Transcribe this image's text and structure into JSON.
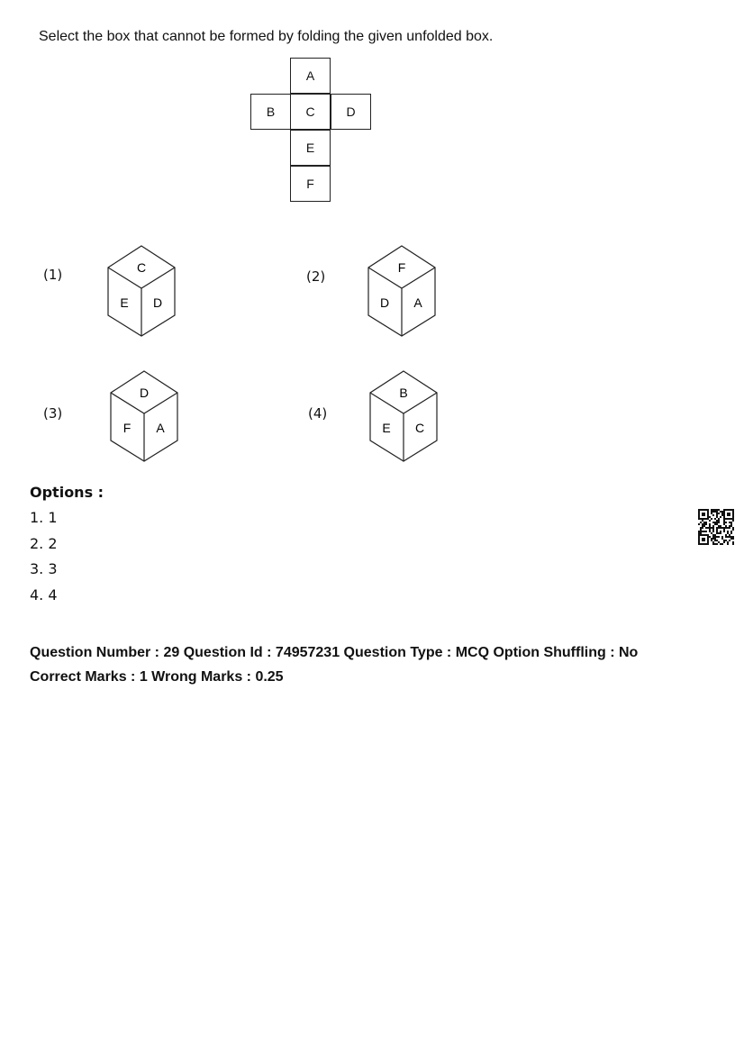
{
  "question": "Select the box that cannot be formed by folding the given unfolded box.",
  "net": {
    "top": "A",
    "left": "B",
    "center": "C",
    "right": "D",
    "below": "E",
    "bottom": "F"
  },
  "figures": [
    {
      "label": "(1)",
      "top": "C",
      "left": "E",
      "right": "D"
    },
    {
      "label": "(2)",
      "top": "F",
      "left": "D",
      "right": "A"
    },
    {
      "label": "(3)",
      "top": "D",
      "left": "F",
      "right": "A"
    },
    {
      "label": "(4)",
      "top": "B",
      "left": "E",
      "right": "C"
    }
  ],
  "options_heading": "Options :",
  "options": [
    "1. 1",
    "2. 2",
    "3. 3",
    "4. 4"
  ],
  "meta_line1": "Question Number : 29 Question Id : 74957231 Question Type : MCQ Option Shuffling : No",
  "meta_line2": "Correct Marks : 1 Wrong Marks : 0.25"
}
